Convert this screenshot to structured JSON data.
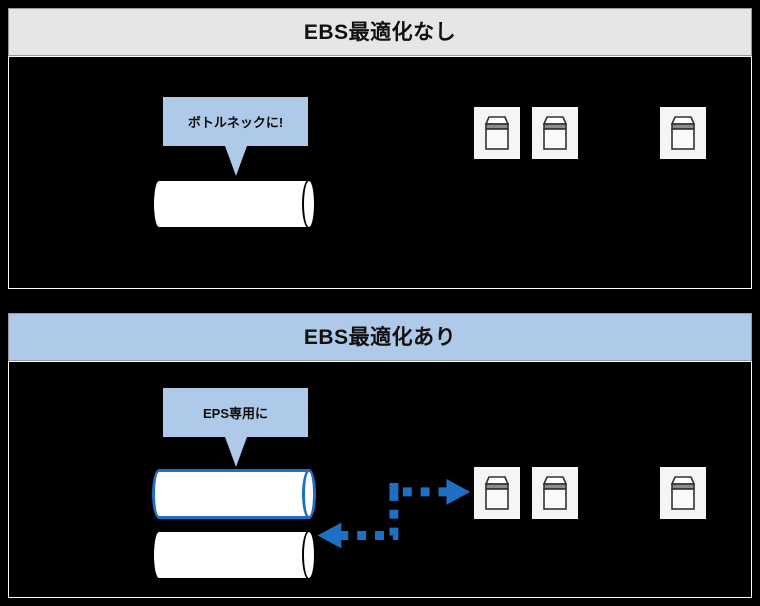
{
  "diagram": {
    "colors": {
      "header_plain": "#E6E6E6",
      "header_accent": "#AFC9E8",
      "callout_bg": "#AFC9E8",
      "highlight_blue": "#1F6FC4",
      "body_bg": "#000000",
      "icon_bg": "#F5F5F5"
    },
    "panels": [
      {
        "id": "no-optimization",
        "title": "EBS最適化なし",
        "header_style": "plain",
        "callout": {
          "label": "ボトルネックに!"
        },
        "cylinders": [
          {
            "id": "volume-1",
            "highlighted": false
          }
        ],
        "instances": [
          {
            "id": "instance-1",
            "icon": "storage-box-icon"
          },
          {
            "id": "instance-2",
            "icon": "storage-box-icon"
          },
          {
            "id": "instance-3",
            "icon": "storage-box-icon"
          }
        ],
        "arrows": []
      },
      {
        "id": "with-optimization",
        "title": "EBS最適化あり",
        "header_style": "accent",
        "callout": {
          "label": "EPS専用に"
        },
        "cylinders": [
          {
            "id": "volume-dedicated",
            "highlighted": true
          },
          {
            "id": "volume-secondary",
            "highlighted": false
          }
        ],
        "instances": [
          {
            "id": "instance-1",
            "icon": "storage-box-icon"
          },
          {
            "id": "instance-2",
            "icon": "storage-box-icon"
          },
          {
            "id": "instance-3",
            "icon": "storage-box-icon"
          }
        ],
        "arrows": [
          {
            "id": "arrow-to-instances",
            "direction": "right",
            "style": "dotted",
            "color": "#1F6FC4"
          },
          {
            "id": "arrow-to-volume",
            "direction": "left",
            "style": "dotted",
            "color": "#1F6FC4"
          }
        ]
      }
    ]
  }
}
